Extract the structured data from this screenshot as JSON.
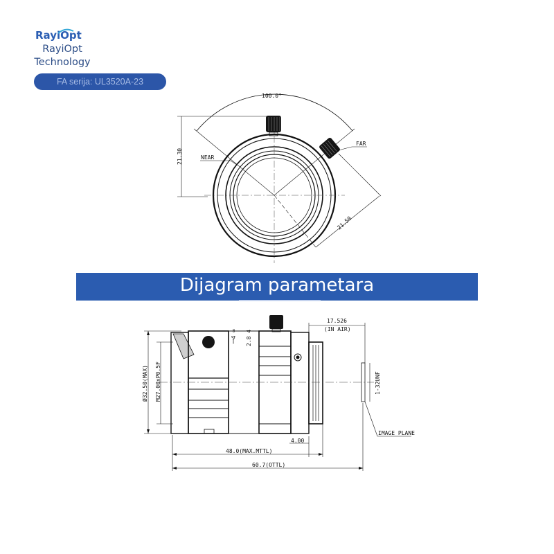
{
  "brand": {
    "logo_text": "RayiOpt",
    "name_line1": "RayiOpt",
    "name_line2": "Technology"
  },
  "series_label": "FA serija: UL3520A-23",
  "section_title": "Dijagram parametara",
  "front_view": {
    "angle": "100.0°",
    "height_dim": "21.30",
    "radial_dim": "21.50",
    "near_label": "NEAR",
    "far_label": "FAR"
  },
  "side_view": {
    "back_focus_value": "17.526",
    "back_focus_note": "(IN AIR)",
    "diameter": "Ø32.50(MAX)",
    "filter_thread": "M27.00xP0.5F",
    "mount_thread": "1-32UNF",
    "flange_dim": "4.00",
    "length_mttl": "48.0(MAX.MTTL)",
    "length_ottl": "60.7(OTTL)",
    "image_plane_label": "IMAGE PLANE"
  }
}
